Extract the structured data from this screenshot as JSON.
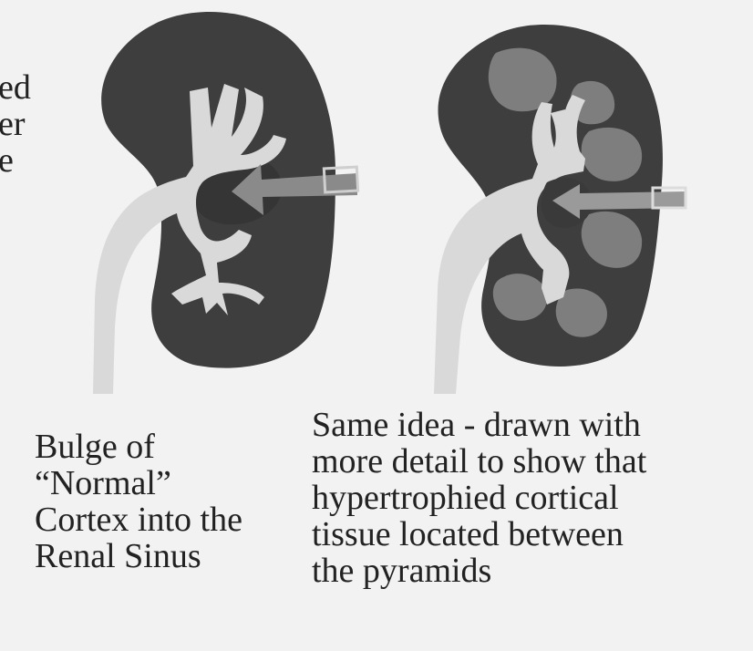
{
  "partial_text": {
    "lines": [
      "ed",
      "er",
      "e"
    ]
  },
  "left_caption": {
    "lines": [
      "Bulge of",
      "“Normal”",
      "Cortex into the",
      "Renal Sinus"
    ]
  },
  "right_caption": {
    "lines": [
      "Same idea - drawn with",
      "more detail to show that",
      "hypertrophied cortical",
      "tissue located between",
      "the pyramids"
    ]
  },
  "colors": {
    "background": "#f2f2f2",
    "kidney": "#3e3e3e",
    "collecting_system": "#d9d9d9",
    "pyramid": "#7e7e7e",
    "arrow_left": "#8a8a8a",
    "arrow_right": "#9a9a9a",
    "text": "#222222"
  }
}
